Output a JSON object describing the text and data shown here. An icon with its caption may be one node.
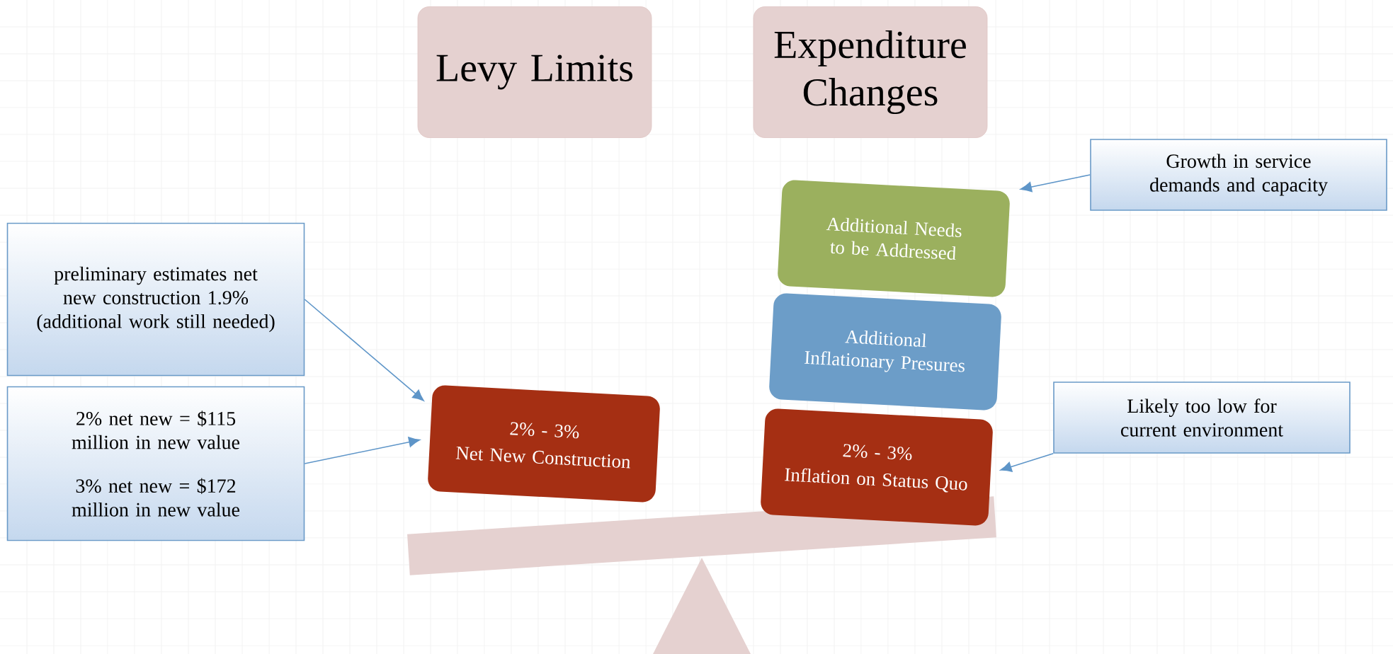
{
  "diagram": {
    "nodes": [
      {
        "text": [
          "Levy Limits"
        ]
      },
      {
        "text": [
          "Expenditure Changes"
        ]
      },
      {
        "text": [
          "preliminary estimates net new construction 1.9% (additional work still needed)"
        ]
      },
      {
        "text": [
          "2% net new = $115 million in new value",
          "3% net new = $172 million in new value"
        ]
      },
      {
        "text": [
          "2% - 3%",
          "Net New Construction"
        ]
      },
      {
        "text": [
          "Additional Needs to be Addressed"
        ]
      },
      {
        "text": [
          "Additional Inflationary Presures"
        ]
      },
      {
        "text": [
          "2% - 3%",
          "Inflation on Status Quo"
        ]
      },
      {
        "text": [
          "Growth in service demands and capacity"
        ]
      },
      {
        "text": [
          "Likely too low for current environment"
        ]
      }
    ],
    "edges": [
      {
        "from": 2,
        "to": 4,
        "arrow": "to"
      },
      {
        "from": 3,
        "to": 4,
        "arrow": "to"
      },
      {
        "from": 8,
        "to": 5,
        "arrow": "to"
      },
      {
        "from": 9,
        "to": 7,
        "arrow": "to"
      }
    ]
  }
}
